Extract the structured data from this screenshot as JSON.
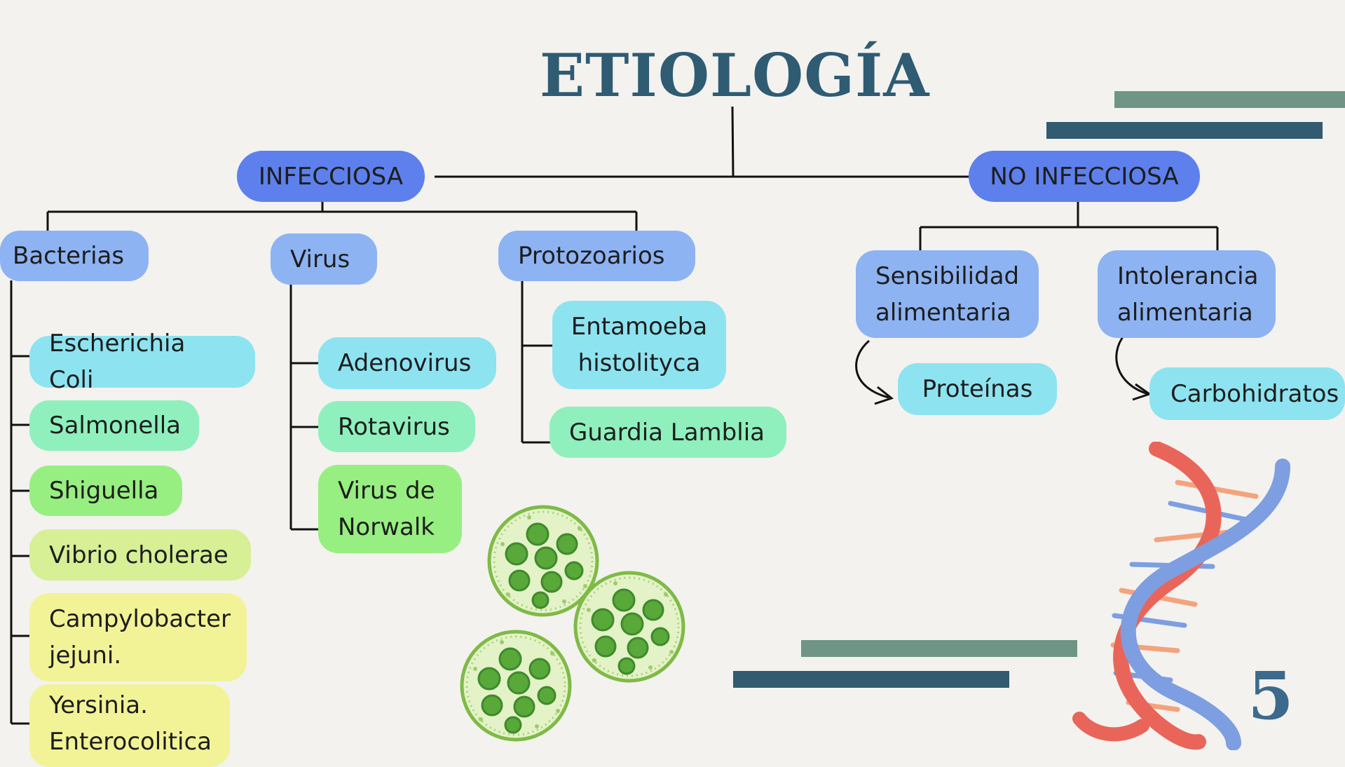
{
  "title": "ETIOLOGÍA",
  "page_number": "5",
  "infecciosa": {
    "label": "INFECCIOSA",
    "groups": {
      "bacterias": {
        "label": "Bacterias",
        "items": [
          "Escherichia Coli",
          "Salmonella",
          "Shiguella",
          "Vibrio cholerae",
          "Campylobacter\njejuni.",
          "Yersinia.\nEnterocolitica"
        ]
      },
      "virus": {
        "label": "Virus",
        "items": [
          "Adenovirus",
          "Rotavirus",
          "Virus de\nNorwalk"
        ]
      },
      "protozoarios": {
        "label": "Protozoarios",
        "items": [
          "Entamoeba\nhistolityca",
          "Guardia Lamblia"
        ]
      }
    }
  },
  "no_infecciosa": {
    "label": "NO INFECCIOSA",
    "groups": {
      "sensibilidad": {
        "label": "Sensibilidad\nalimentaria",
        "item": "Proteínas"
      },
      "intolerancia": {
        "label": "Intolerancia\nalimentaria",
        "item": "Carbohidratos"
      }
    }
  },
  "colors": {
    "title": "#2f5b73",
    "root": "#5d80ec",
    "category": "#8db3f2",
    "cyan": "#8ee3f0",
    "mint": "#8ff0bd",
    "green": "#97ef81",
    "lime": "#d7ef95",
    "yellow": "#f2f396",
    "bar_light": "#6e9585",
    "bar_dark": "#325a70"
  },
  "decorations": [
    "microbe-cells-illustration",
    "dna-helix-illustration"
  ]
}
